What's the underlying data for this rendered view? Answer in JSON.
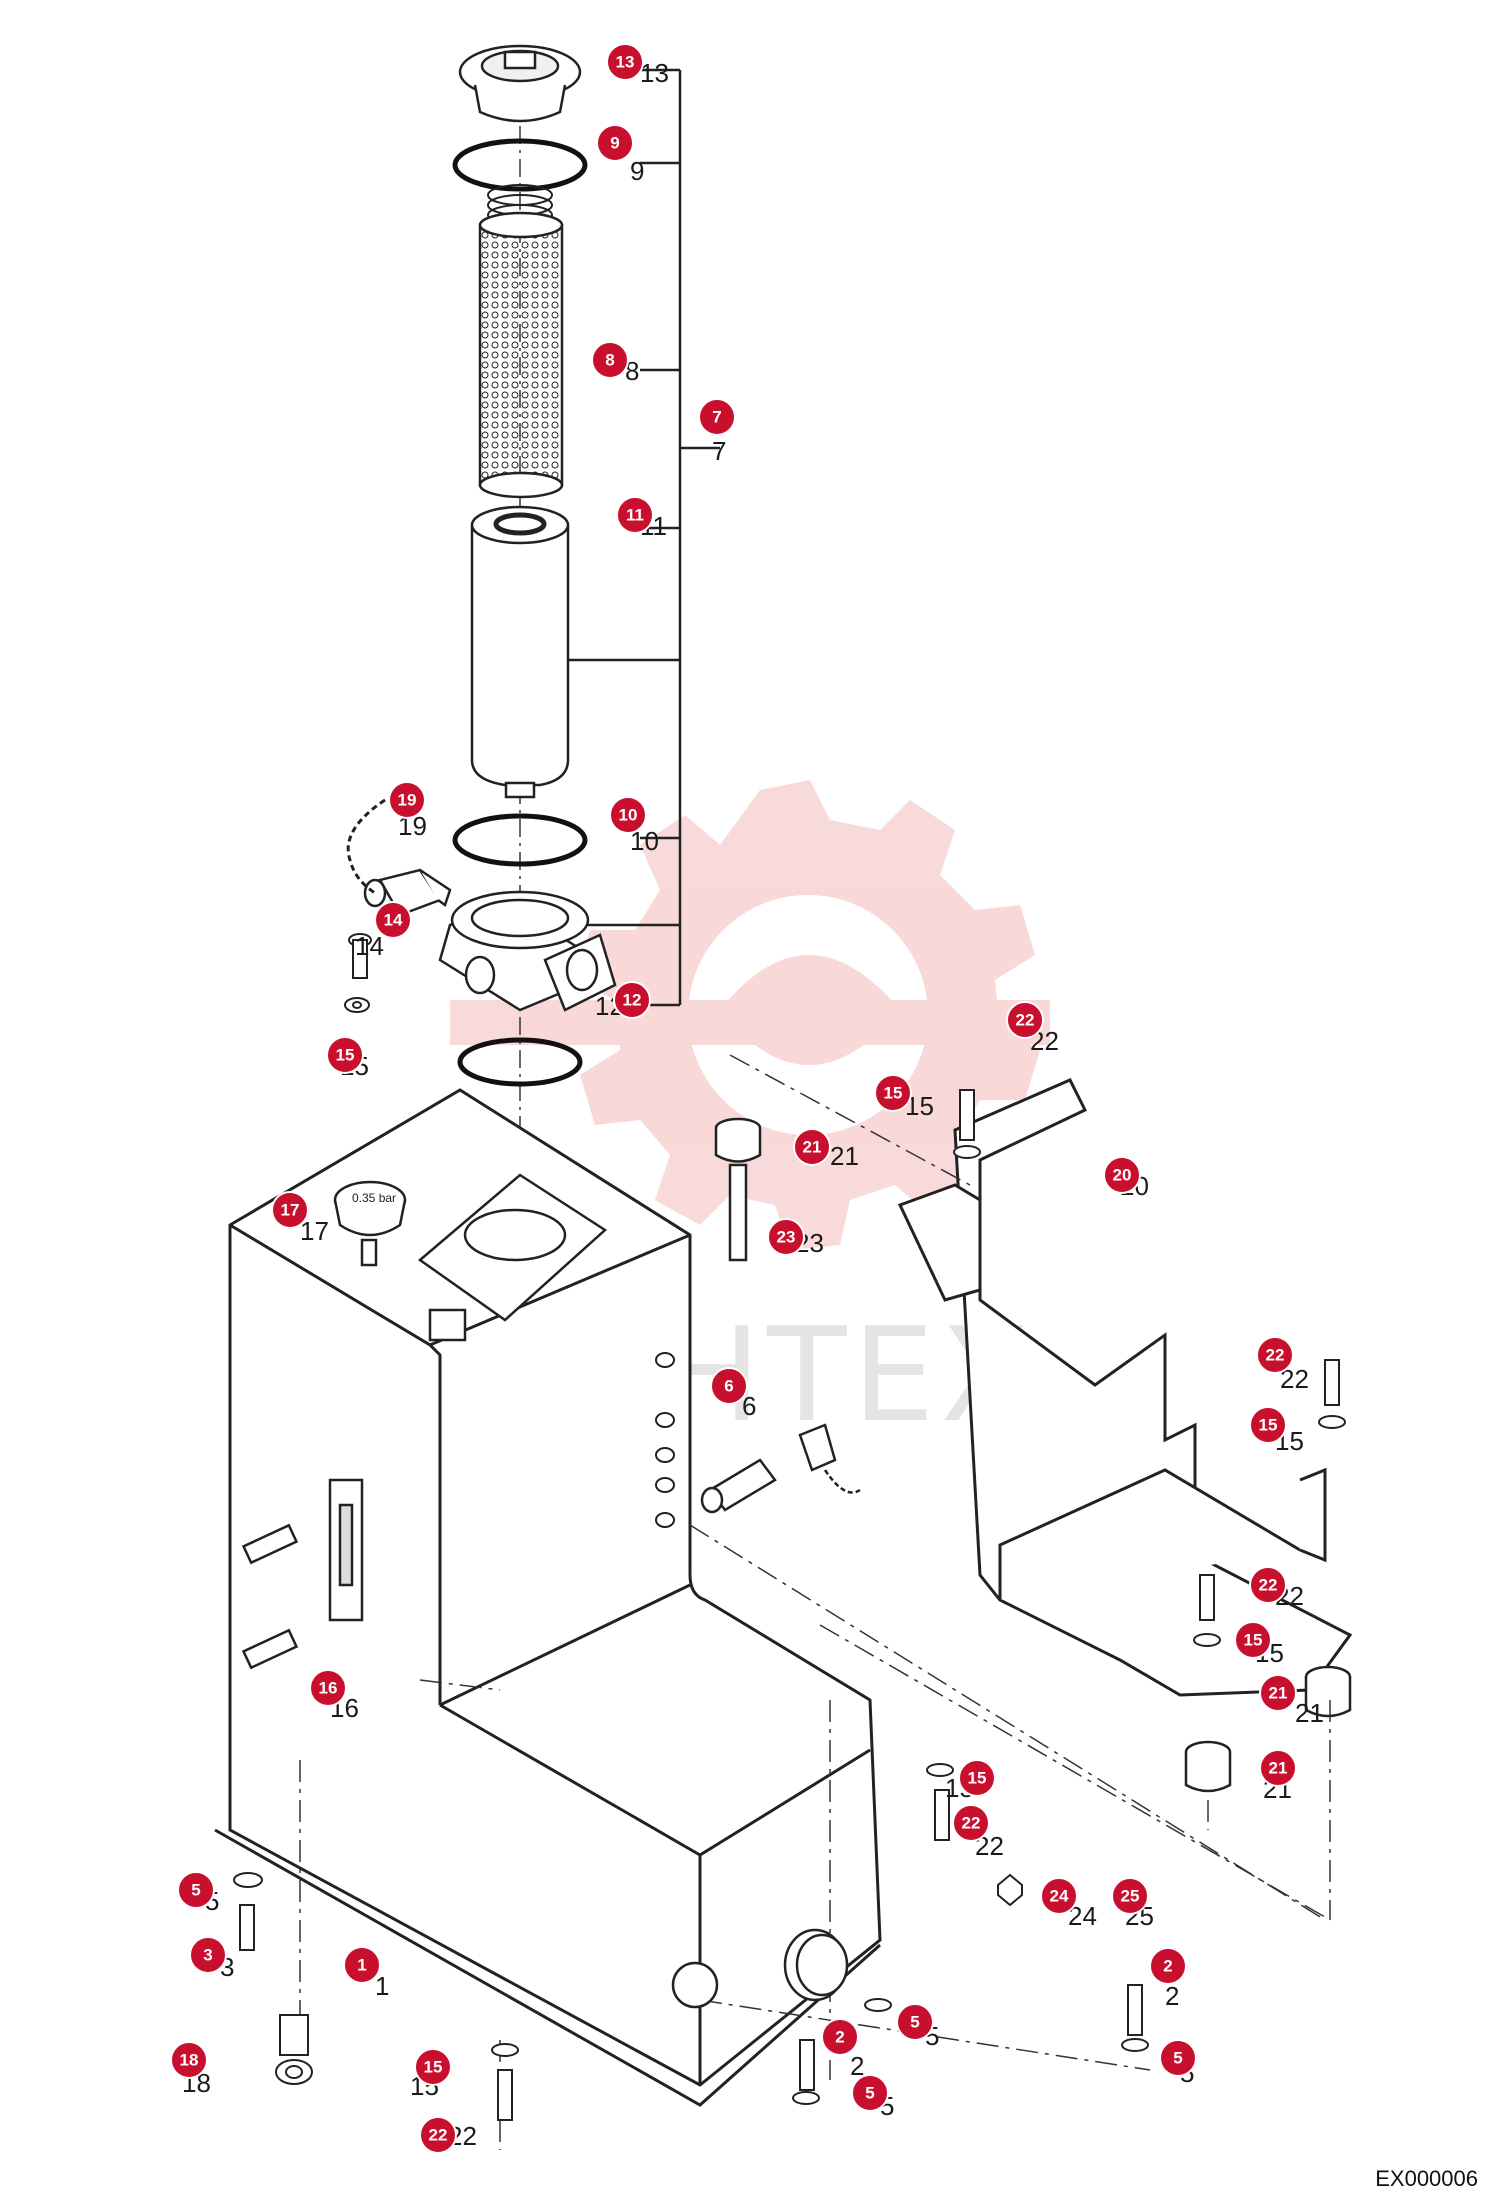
{
  "drawing_code": "EX000006",
  "watermark_text": "ИНТЕХ",
  "gauge_text": "0.35 bar",
  "badge_color": "#c8102e",
  "callouts": [
    {
      "n": "13",
      "label": "13"
    },
    {
      "n": "9",
      "label": "9"
    },
    {
      "n": "8",
      "label": "8"
    },
    {
      "n": "7",
      "label": "7"
    },
    {
      "n": "11",
      "label": "11"
    },
    {
      "n": "19",
      "label": "19"
    },
    {
      "n": "10",
      "label": "10"
    },
    {
      "n": "14",
      "label": "14"
    },
    {
      "n": "12",
      "label": "12"
    },
    {
      "n": "15",
      "label": "15"
    },
    {
      "n": "22",
      "label": "22"
    },
    {
      "n": "15",
      "label": "15"
    },
    {
      "n": "21",
      "label": "21"
    },
    {
      "n": "20",
      "label": "20"
    },
    {
      "n": "17",
      "label": "17"
    },
    {
      "n": "23",
      "label": "23"
    },
    {
      "n": "6",
      "label": "6"
    },
    {
      "n": "22",
      "label": "22"
    },
    {
      "n": "15",
      "label": "15"
    },
    {
      "n": "22",
      "label": "22"
    },
    {
      "n": "15",
      "label": "15"
    },
    {
      "n": "21",
      "label": "21"
    },
    {
      "n": "16",
      "label": "16"
    },
    {
      "n": "21",
      "label": "21"
    },
    {
      "n": "15",
      "label": "15"
    },
    {
      "n": "22",
      "label": "22"
    },
    {
      "n": "5",
      "label": "5"
    },
    {
      "n": "24",
      "label": "24"
    },
    {
      "n": "25",
      "label": "25"
    },
    {
      "n": "3",
      "label": "3"
    },
    {
      "n": "1",
      "label": "1"
    },
    {
      "n": "2",
      "label": "2"
    },
    {
      "n": "5",
      "label": "5"
    },
    {
      "n": "2",
      "label": "2"
    },
    {
      "n": "18",
      "label": "18"
    },
    {
      "n": "15",
      "label": "15"
    },
    {
      "n": "5",
      "label": "5"
    },
    {
      "n": "5",
      "label": "5"
    },
    {
      "n": "22",
      "label": "22"
    }
  ]
}
